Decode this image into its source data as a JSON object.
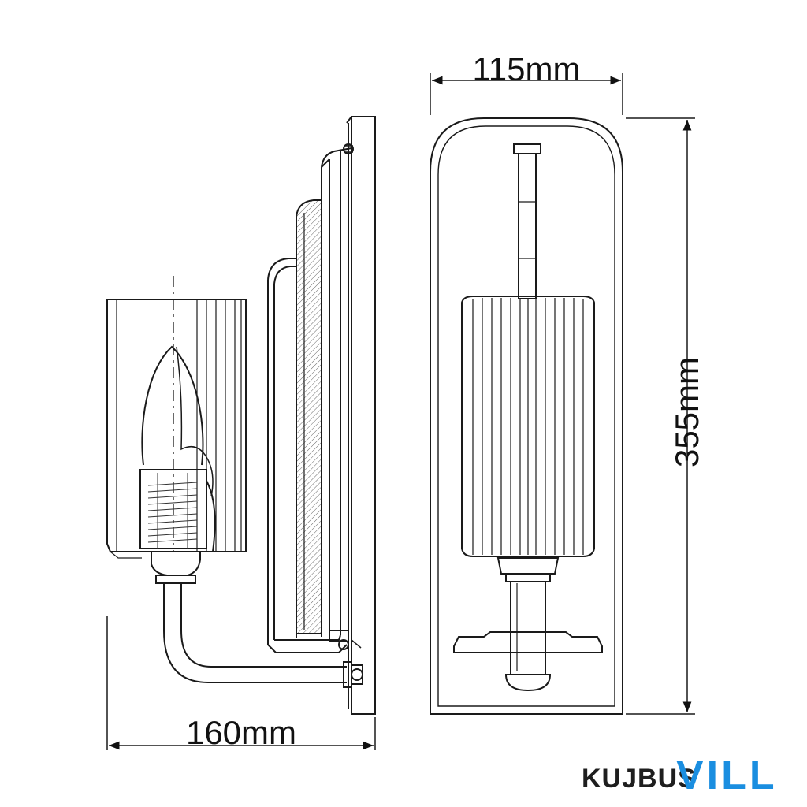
{
  "dimensions": {
    "depth": "160mm",
    "width": "115mm",
    "height": "355mm"
  },
  "logo": {
    "part1": "KUJBUS",
    "part2": "VILL",
    "color_dark": "#1e1e1e",
    "color_accent": "#1a8ee0"
  },
  "colors": {
    "line": "#1a1a1a",
    "hatch": "#555555"
  }
}
